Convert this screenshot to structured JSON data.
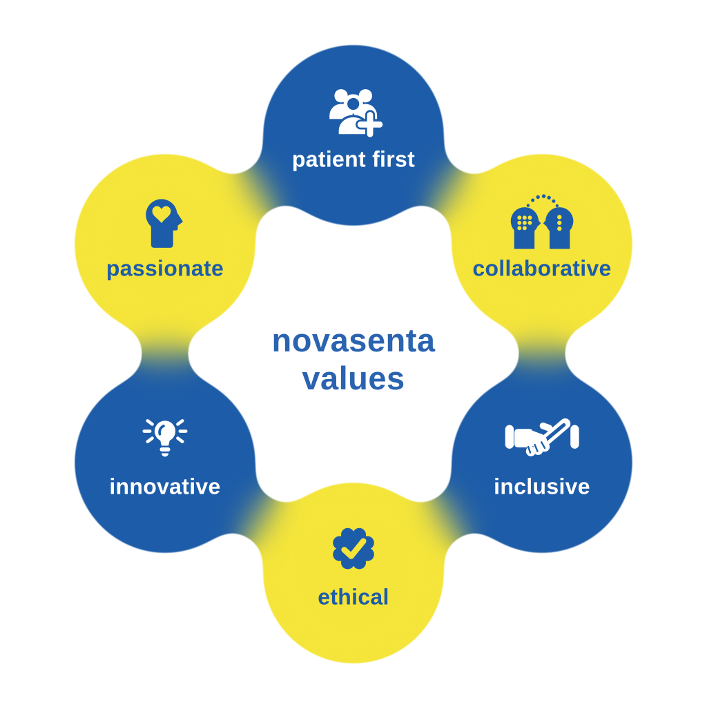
{
  "title": {
    "line1": "novasenta",
    "line2": "values"
  },
  "colors": {
    "blue": "#1d5ca8",
    "yellow": "#f5e53a",
    "title_blue": "#2a63b0",
    "white": "#ffffff"
  },
  "values": [
    {
      "label": "patient first",
      "icon": "patients-group-medical-icon",
      "circle_color": "blue",
      "text_color": "white",
      "position": "top"
    },
    {
      "label": "collaborative",
      "icon": "two-heads-sharing-ideas-icon",
      "circle_color": "yellow",
      "text_color": "blue",
      "position": "top-right"
    },
    {
      "label": "inclusive",
      "icon": "handshake-icon",
      "circle_color": "blue",
      "text_color": "white",
      "position": "bottom-right"
    },
    {
      "label": "ethical",
      "icon": "verified-badge-check-icon",
      "circle_color": "yellow",
      "text_color": "blue",
      "position": "bottom"
    },
    {
      "label": "innovative",
      "icon": "lightbulb-icon",
      "circle_color": "blue",
      "text_color": "white",
      "position": "bottom-left"
    },
    {
      "label": "passionate",
      "icon": "head-with-heart-icon",
      "circle_color": "yellow",
      "text_color": "blue",
      "position": "top-left"
    }
  ]
}
